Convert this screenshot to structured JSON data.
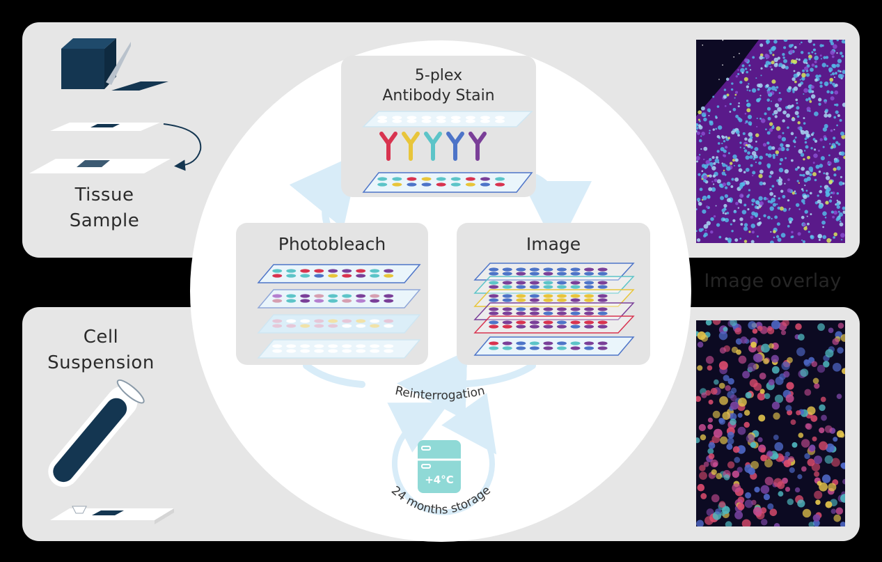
{
  "tissue_sample": {
    "label_line1": "Tissue",
    "label_line2": "Sample"
  },
  "cell_suspension": {
    "label_line1": "Cell",
    "label_line2": "Suspension"
  },
  "cycle": {
    "stain": {
      "line1": "5-plex",
      "line2": "Antibody Stain"
    },
    "photobleach": {
      "label": "Photobleach"
    },
    "image": {
      "label": "Image"
    },
    "reinterrogation": "Reinterrogation",
    "storage_label": "24 months storage",
    "fridge_temp": "+4°C"
  },
  "overlay_label": "Image overlay",
  "colors": {
    "panel": "#e6e6e6",
    "navy": "#143651",
    "cycle_arrow": "#d8ecf8",
    "fridge": "#8fd9d6",
    "red": "#d8334f",
    "yellow": "#e8c53a",
    "teal": "#5cc4c8",
    "blue": "#4d74c8",
    "purple": "#7a3f98"
  }
}
